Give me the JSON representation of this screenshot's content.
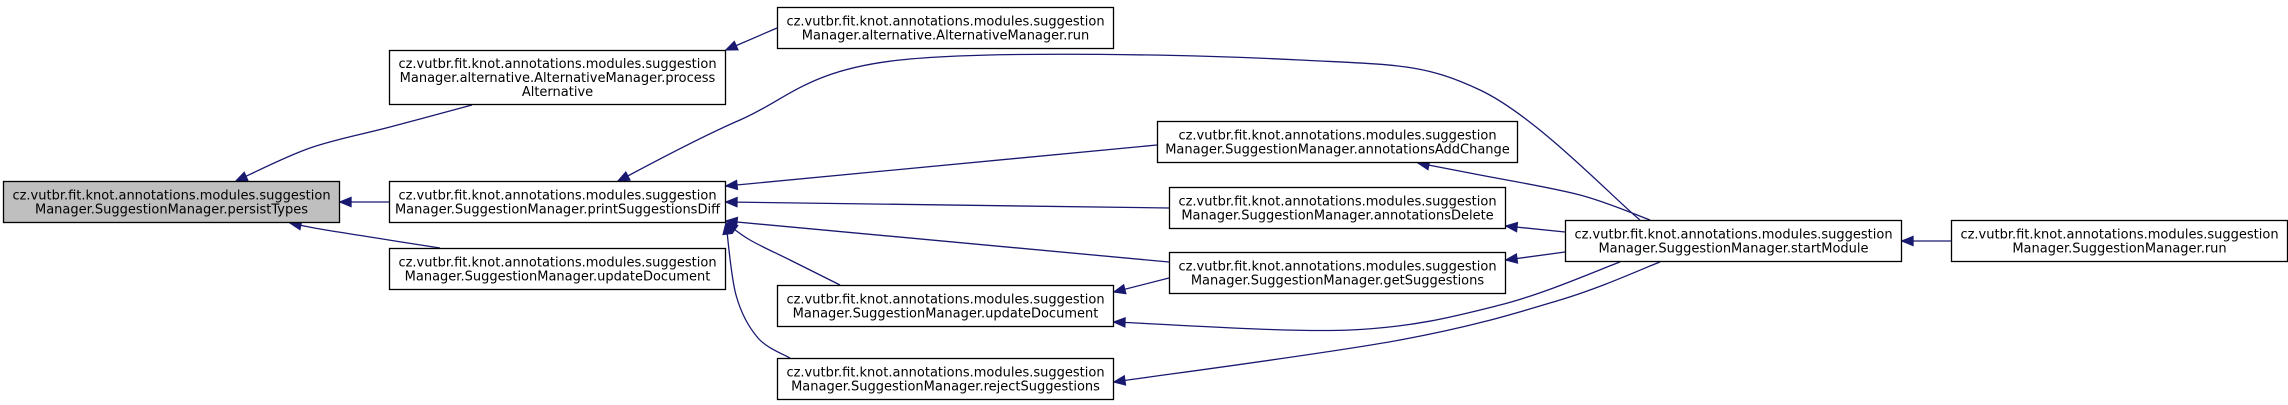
{
  "colors": {
    "edge": "#191970",
    "focus_fill": "#bfbfbf",
    "node_fill": "#ffffff",
    "border": "#000000",
    "text": "#000000"
  },
  "nodes": [
    {
      "id": "persistTypes",
      "focus": true,
      "lines": [
        "cz.vutbr.fit.knot.annotations.modules.suggestion",
        "Manager.SuggestionManager.persistTypes"
      ]
    },
    {
      "id": "processAlternative",
      "lines": [
        "cz.vutbr.fit.knot.annotations.modules.suggestion",
        "Manager.alternative.AlternativeManager.process",
        "Alternative"
      ]
    },
    {
      "id": "printSuggestionsDiff",
      "lines": [
        "cz.vutbr.fit.knot.annotations.modules.suggestion",
        "Manager.SuggestionManager.printSuggestionsDiff"
      ]
    },
    {
      "id": "updateDocument1",
      "lines": [
        "cz.vutbr.fit.knot.annotations.modules.suggestion",
        "Manager.SuggestionManager.updateDocument"
      ]
    },
    {
      "id": "altRun",
      "lines": [
        "cz.vutbr.fit.knot.annotations.modules.suggestion",
        "Manager.alternative.AlternativeManager.run"
      ]
    },
    {
      "id": "annotationsAddChange",
      "lines": [
        "cz.vutbr.fit.knot.annotations.modules.suggestion",
        "Manager.SuggestionManager.annotationsAddChange"
      ]
    },
    {
      "id": "annotationsDelete",
      "lines": [
        "cz.vutbr.fit.knot.annotations.modules.suggestion",
        "Manager.SuggestionManager.annotationsDelete"
      ]
    },
    {
      "id": "getSuggestions",
      "lines": [
        "cz.vutbr.fit.knot.annotations.modules.suggestion",
        "Manager.SuggestionManager.getSuggestions"
      ]
    },
    {
      "id": "updateDocument2",
      "lines": [
        "cz.vutbr.fit.knot.annotations.modules.suggestion",
        "Manager.SuggestionManager.updateDocument"
      ]
    },
    {
      "id": "rejectSuggestions",
      "lines": [
        "cz.vutbr.fit.knot.annotations.modules.suggestion",
        "Manager.SuggestionManager.rejectSuggestions"
      ]
    },
    {
      "id": "startModule",
      "lines": [
        "cz.vutbr.fit.knot.annotations.modules.suggestion",
        "Manager.SuggestionManager.startModule"
      ]
    },
    {
      "id": "run",
      "lines": [
        "cz.vutbr.fit.knot.annotations.modules.suggestion",
        "Manager.SuggestionManager.run"
      ]
    }
  ],
  "edges": [
    {
      "from": "processAlternative",
      "to": "persistTypes"
    },
    {
      "from": "printSuggestionsDiff",
      "to": "persistTypes"
    },
    {
      "from": "updateDocument1",
      "to": "persistTypes"
    },
    {
      "from": "altRun",
      "to": "processAlternative"
    },
    {
      "from": "annotationsAddChange",
      "to": "printSuggestionsDiff"
    },
    {
      "from": "annotationsDelete",
      "to": "printSuggestionsDiff"
    },
    {
      "from": "getSuggestions",
      "to": "printSuggestionsDiff"
    },
    {
      "from": "updateDocument2",
      "to": "printSuggestionsDiff"
    },
    {
      "from": "rejectSuggestions",
      "to": "printSuggestionsDiff"
    },
    {
      "from": "startModule",
      "to": "printSuggestionsDiff"
    },
    {
      "from": "startModule",
      "to": "annotationsAddChange"
    },
    {
      "from": "startModule",
      "to": "annotationsDelete"
    },
    {
      "from": "startModule",
      "to": "getSuggestions"
    },
    {
      "from": "getSuggestions",
      "to": "updateDocument2"
    },
    {
      "from": "startModule",
      "to": "updateDocument2"
    },
    {
      "from": "startModule",
      "to": "rejectSuggestions"
    },
    {
      "from": "run",
      "to": "startModule"
    }
  ]
}
